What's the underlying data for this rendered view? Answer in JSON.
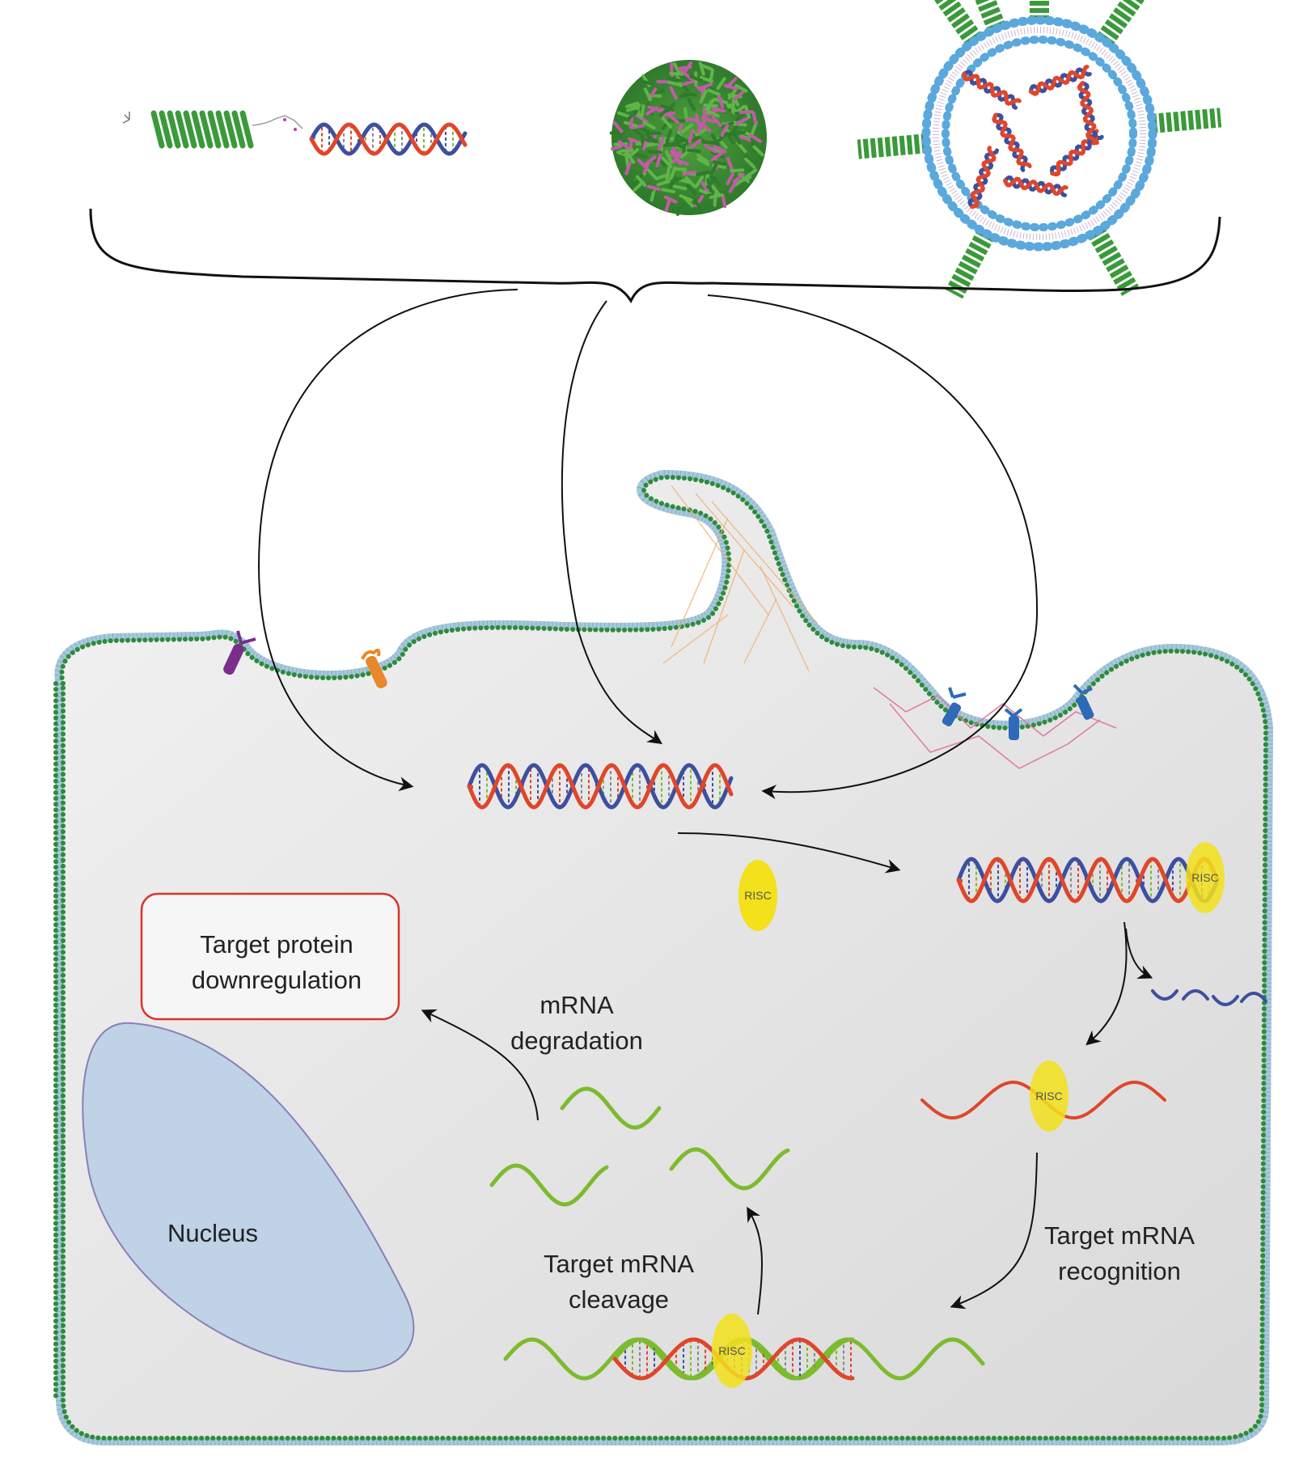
{
  "labels": {
    "target_protein_line1": "Target protein",
    "target_protein_line2": "downregulation",
    "mrna_degradation_line1": "mRNA",
    "mrna_degradation_line2": "degradation",
    "target_mrna_cleavage_line1": "Target mRNA",
    "target_mrna_cleavage_line2": "cleavage",
    "target_mrna_recognition_line1": "Target mRNA",
    "target_mrna_recognition_line2": "recognition",
    "nucleus": "Nucleus",
    "risc": "RISC"
  },
  "colors": {
    "membrane_outer": "#2e8b3a",
    "membrane_inner": "#a8c8dc",
    "cytoplasm": "#e6e6e6",
    "nucleus_fill": "#bfd2e6",
    "nucleus_stroke": "#8a7fb8",
    "risc_fill": "#f2e11b",
    "sirna_red": "#e0462a",
    "sirna_blue": "#3d4fa0",
    "mrna_green": "#7dbb2e",
    "peptide_green": "#3a9a3a",
    "liposome_blue": "#5aa8dc",
    "box_border": "#d9342b",
    "arrow": "#111111"
  }
}
